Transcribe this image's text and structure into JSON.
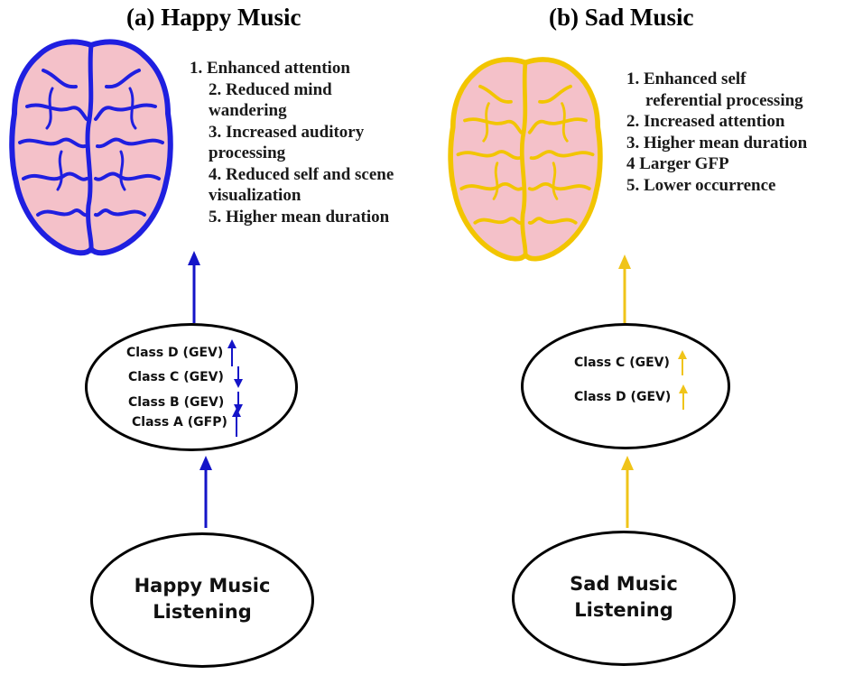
{
  "panels": {
    "happy": {
      "title": "(a) Happy Music",
      "brain_color": "#1f1fe0",
      "arrow_color": "#1414c8",
      "effects": [
        "1. Enhanced attention",
        "2. Reduced mind",
        "wandering",
        "3. Increased auditory",
        "processing",
        "4. Reduced  self and scene",
        "visualization",
        "5. Higher mean duration"
      ],
      "classes": [
        {
          "label": "Class D (GEV)",
          "direction": "up"
        },
        {
          "label": "Class C (GEV)",
          "direction": "down"
        },
        {
          "label": "Class B (GEV)",
          "direction": "down"
        },
        {
          "label": "Class A (GFP)",
          "direction": "up"
        }
      ],
      "listening": {
        "line1": "Happy Music",
        "line2": "Listening"
      }
    },
    "sad": {
      "title": "(b) Sad Music",
      "brain_color": "#f2c500",
      "arrow_color": "#f0c419",
      "effects": [
        "1. Enhanced self",
        "referential processing",
        "2. Increased attention",
        "3. Higher mean duration",
        "4  Larger GFP",
        "5. Lower occurrence"
      ],
      "classes": [
        {
          "label": "Class C (GEV)",
          "direction": "up"
        },
        {
          "label": "Class D (GEV)",
          "direction": "up"
        }
      ],
      "listening": {
        "line1": "Sad Music",
        "line2": "Listening"
      }
    }
  },
  "colors": {
    "brain_fill": "#f4c1c9",
    "ellipse_border": "#000000"
  }
}
